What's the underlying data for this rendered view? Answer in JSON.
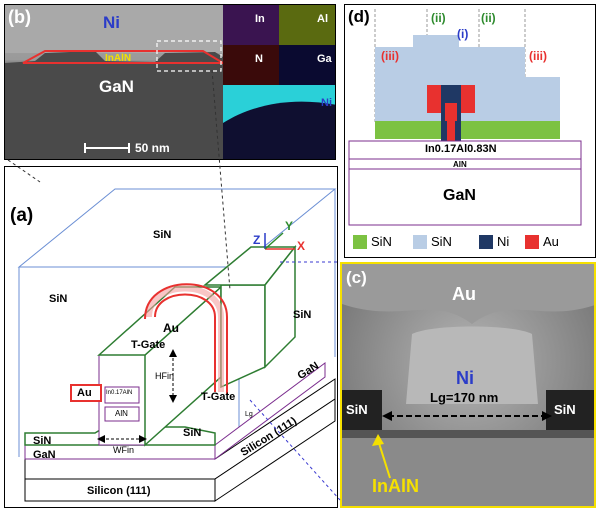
{
  "panel_b": {
    "label": "(b)",
    "ni": "Ni",
    "inaln": "InAlN",
    "gan": "GaN",
    "scale": "50 nm",
    "eds": [
      "In",
      "Al",
      "N",
      "Ga",
      "Ni"
    ]
  },
  "panel_d": {
    "label": "(d)",
    "ii_left": "(ii)",
    "ii_right": "(ii)",
    "i": "(i)",
    "iii_left": "(iii)",
    "iii_right": "(iii)",
    "barrier": "In0.17Al0.83N",
    "aln": "AlN",
    "gan": "GaN",
    "legend": [
      {
        "label": "SiN",
        "color": "#7cc242"
      },
      {
        "label": "SiN",
        "color": "#b9cde5"
      },
      {
        "label": "Ni",
        "color": "#1f3864"
      },
      {
        "label": "Au",
        "color": "#e8312f"
      }
    ]
  },
  "panel_a": {
    "label": "(a)",
    "sin_top": "SiN",
    "sin_left": "SiN",
    "sin_right": "SiN",
    "sin_bl": "SiN",
    "sin_bm": "SiN",
    "gan_left": "GaN",
    "gan_right": "GaN",
    "silicon_front": "Silicon (111)",
    "silicon_side": "Silicon (111)",
    "au_top": "Au",
    "au_left": "Au",
    "tgate_top": "T-Gate",
    "tgate_right": "T-Gate",
    "hfin": "HFin",
    "wfin": "WFin",
    "lg": "Lg",
    "inaln": "In0.17AlN",
    "aln": "AlN",
    "axis_x": "X",
    "axis_y": "Y",
    "axis_z": "Z"
  },
  "panel_c": {
    "label": "(c)",
    "au": "Au",
    "ni": "Ni",
    "sin_left": "SiN",
    "sin_right": "SiN",
    "lg": "Lg=170 nm",
    "inaln": "InAlN"
  },
  "colors": {
    "ni_blue": "#2b3cc8",
    "inaln_yellow": "#f5e000",
    "red": "#e8312f",
    "green_label": "#2e8b2e",
    "sin_green": "#7cc242",
    "sin_light": "#b9cde5",
    "ni_dark": "#1f3864",
    "purple": "#7b2d8e"
  }
}
